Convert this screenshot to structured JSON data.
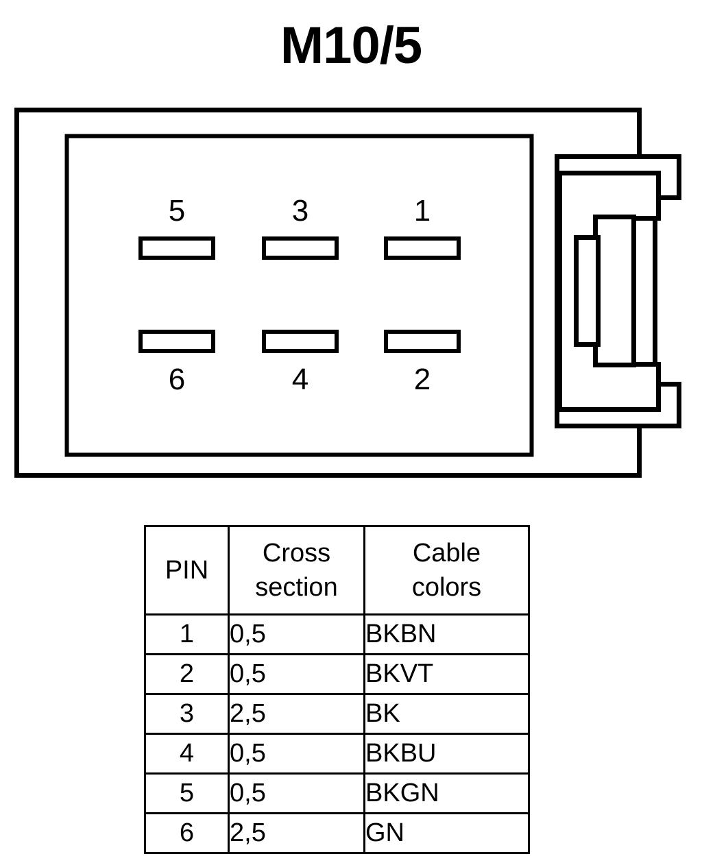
{
  "title": "M10/5",
  "connector": {
    "name": "6-way-connector-housing",
    "pin_labels_top": [
      "5",
      "3",
      "1"
    ],
    "pin_labels_bottom": [
      "6",
      "4",
      "2"
    ],
    "stroke_color": "#000000",
    "fill_color": "#ffffff"
  },
  "table": {
    "headers": {
      "pin": "PIN",
      "cross_line1": "Cross",
      "cross_line2": "section",
      "color_line1": "Cable",
      "color_line2": "colors"
    },
    "rows": [
      {
        "pin": "1",
        "cross_section": "0,5",
        "cable_colors": "BKBN"
      },
      {
        "pin": "2",
        "cross_section": "0,5",
        "cable_colors": "BKVT"
      },
      {
        "pin": "3",
        "cross_section": "2,5",
        "cable_colors": "BK"
      },
      {
        "pin": "4",
        "cross_section": "0,5",
        "cable_colors": "BKBU"
      },
      {
        "pin": "5",
        "cross_section": "0,5",
        "cable_colors": "BKGN"
      },
      {
        "pin": "6",
        "cross_section": "2,5",
        "cable_colors": "GN"
      }
    ]
  }
}
